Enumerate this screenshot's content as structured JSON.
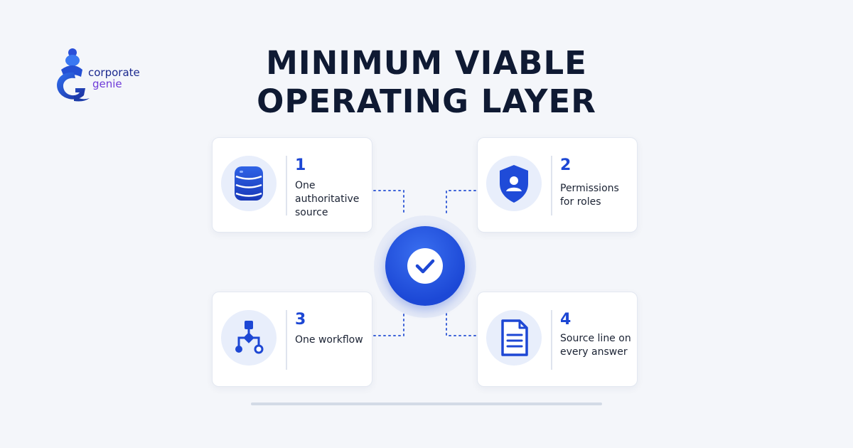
{
  "brand": {
    "line1": "corporate",
    "line2": "genie"
  },
  "title": {
    "line1": "MINIMUM VIABLE",
    "line2": "OPERATING LAYER"
  },
  "hub": {
    "icon": "check-icon"
  },
  "steps": [
    {
      "number": "1",
      "label": "One authoritative source",
      "icon": "database-icon"
    },
    {
      "number": "2",
      "label": "Permissions for roles",
      "icon": "shield-user-icon"
    },
    {
      "number": "3",
      "label": "One workflow",
      "icon": "workflow-icon"
    },
    {
      "number": "4",
      "label": "Source line on every answer",
      "icon": "document-icon"
    }
  ],
  "colors": {
    "accent": "#1d47d4",
    "title": "#0f1a33",
    "background": "#f4f6fa",
    "icon_bg": "#e8eefb"
  }
}
